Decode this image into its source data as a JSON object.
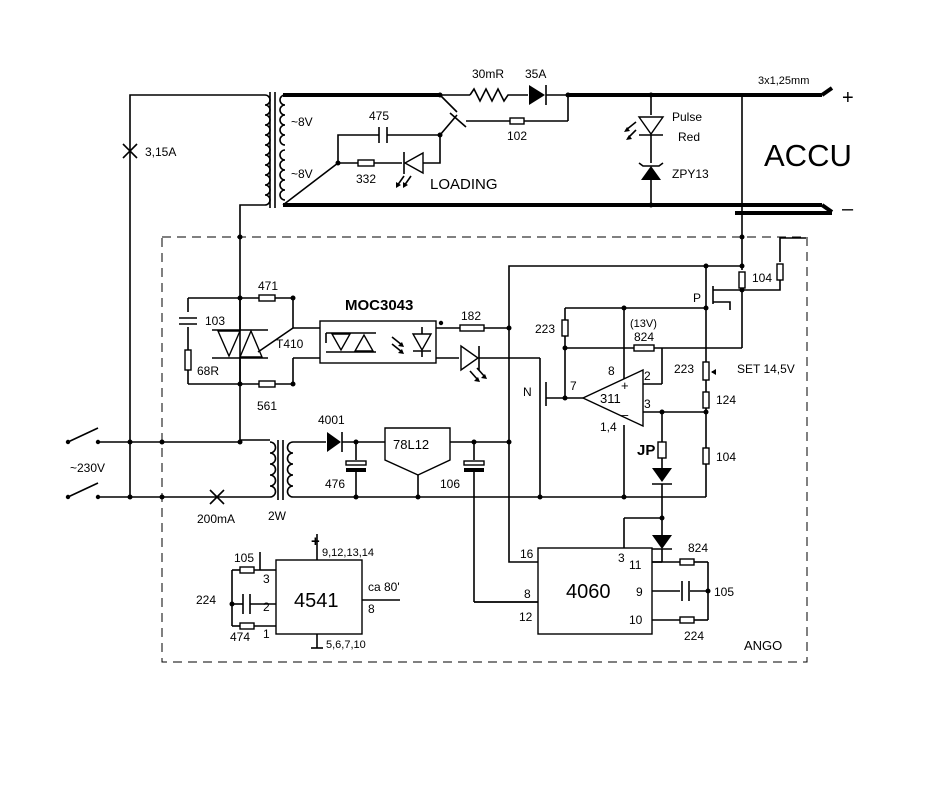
{
  "labels": {
    "cable": "3x1,25mm",
    "plus": "+",
    "minus": "–",
    "accu": "ACCU",
    "shunt": "30mR",
    "diode_main": "35A",
    "c475": "475",
    "r102": "102",
    "pulse": "Pulse",
    "red": "Red",
    "zpy": "ZPY13",
    "fuse1": "3,15A",
    "sec1": "~8V",
    "sec2": "~8V",
    "r332": "332",
    "loading": "LOADING",
    "r471": "471",
    "moc": "MOC3043",
    "r182": "182",
    "c103": "103",
    "r68": "68R",
    "triac": "T410",
    "r561": "561",
    "r223a": "223",
    "v13": "(13V)",
    "r824a": "824",
    "p": "P",
    "r104a": "104",
    "pin8": "8",
    "pin7": "7",
    "pin2": "2",
    "r223b": "223",
    "set": "SET 14,5V",
    "n": "N",
    "opamp": "311",
    "opamp_plus": "+",
    "opamp_minus": "–",
    "pin3": "3",
    "pin14": "1,4",
    "r124": "124",
    "d4001": "4001",
    "reg": "78L12",
    "jp": "JP",
    "r104b": "104",
    "mains": "~230V",
    "c476": "476",
    "c106": "106",
    "fuse2": "200mA",
    "tr2": "2W",
    "c4541_plus": "+",
    "c4541_pins": "9,12,13,14",
    "r105a": "105",
    "c4541_p3": "3",
    "c224a": "224",
    "c4541_p2": "2",
    "ic4541": "4541",
    "ca80": "ca 80'",
    "c4541_p8": "8",
    "r474": "474",
    "c4541_p1": "1",
    "c4541_gnd": "5,6,7,10",
    "ic4060": "4060",
    "p16": "16",
    "p3": "3",
    "p8": "8",
    "p12": "12",
    "p11": "11",
    "p9": "9",
    "p10": "10",
    "r824b": "824",
    "c105b": "105",
    "r224b": "224",
    "ango": "ANGO"
  }
}
